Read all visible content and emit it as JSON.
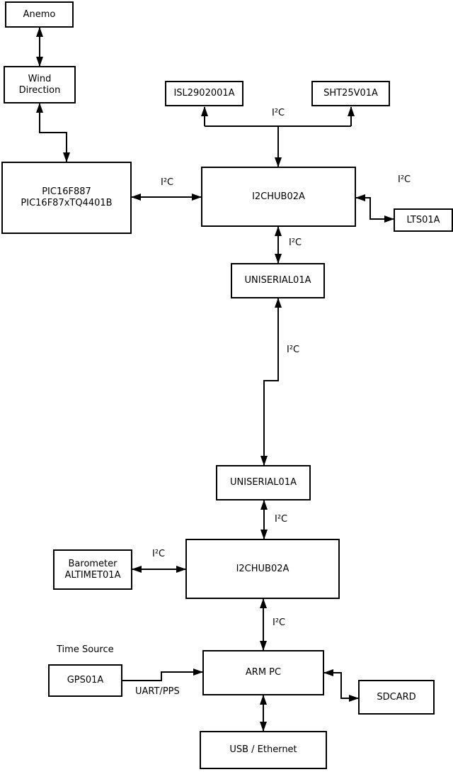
{
  "diagram": {
    "type": "block-diagram",
    "nodes": {
      "anemo": {
        "label": "Anemo"
      },
      "wind_direction": {
        "line1": "Wind",
        "line2": "Direction"
      },
      "pic": {
        "line1": "PIC16F887",
        "line2": "PIC16F87xTQ4401B"
      },
      "isl": {
        "label": "ISL2902001A"
      },
      "sht": {
        "label": "SHT25V01A"
      },
      "i2chub_top": {
        "label": "I2CHUB02A"
      },
      "lts": {
        "label": "LTS01A"
      },
      "uniserial_top": {
        "label": "UNISERIAL01A"
      },
      "uniserial_bottom": {
        "label": "UNISERIAL01A"
      },
      "i2chub_bottom": {
        "label": "I2CHUB02A"
      },
      "barometer": {
        "line1": "Barometer",
        "line2": "ALTIMET01A"
      },
      "gps": {
        "label": "GPS01A"
      },
      "arm_pc": {
        "label": "ARM PC"
      },
      "sdcard": {
        "label": "SDCARD"
      },
      "usb_ethernet": {
        "label": "USB / Ethernet"
      }
    },
    "captions": {
      "time_source": "Time Source"
    },
    "edges": [
      {
        "from": "Anemo",
        "to": "Wind Direction",
        "type": "bidirectional",
        "label": ""
      },
      {
        "from": "Wind Direction",
        "to": "PIC16F887",
        "type": "bidirectional",
        "label": ""
      },
      {
        "from": "PIC16F887",
        "to": "I2CHUB02A (top)",
        "type": "bidirectional",
        "label": "I²C"
      },
      {
        "from": "I2CHUB02A (top)",
        "to": "ISL2902001A / SHT25V01A",
        "type": "branch",
        "label": "I²C"
      },
      {
        "from": "I2CHUB02A (top)",
        "to": "LTS01A",
        "type": "bidirectional",
        "label": "I²C"
      },
      {
        "from": "I2CHUB02A (top)",
        "to": "UNISERIAL01A (upper)",
        "type": "bidirectional",
        "label": "I²C"
      },
      {
        "from": "UNISERIAL01A (upper)",
        "to": "UNISERIAL01A (lower)",
        "type": "bidirectional",
        "label": "I²C"
      },
      {
        "from": "UNISERIAL01A (lower)",
        "to": "I2CHUB02A (bottom)",
        "type": "bidirectional",
        "label": "I²C"
      },
      {
        "from": "Barometer ALTIMET01A",
        "to": "I2CHUB02A (bottom)",
        "type": "bidirectional",
        "label": "I²C"
      },
      {
        "from": "I2CHUB02A (bottom)",
        "to": "ARM PC",
        "type": "bidirectional",
        "label": "I²C"
      },
      {
        "from": "GPS01A",
        "to": "ARM PC",
        "type": "directed",
        "label": "UART/PPS"
      },
      {
        "from": "ARM PC",
        "to": "SDCARD",
        "type": "bidirectional",
        "label": ""
      },
      {
        "from": "ARM PC",
        "to": "USB / Ethernet",
        "type": "bidirectional",
        "label": ""
      }
    ],
    "colors": {
      "background": "#ffffff",
      "box_fill": "#ffffff",
      "line": "#000000",
      "text": "#000000"
    }
  }
}
